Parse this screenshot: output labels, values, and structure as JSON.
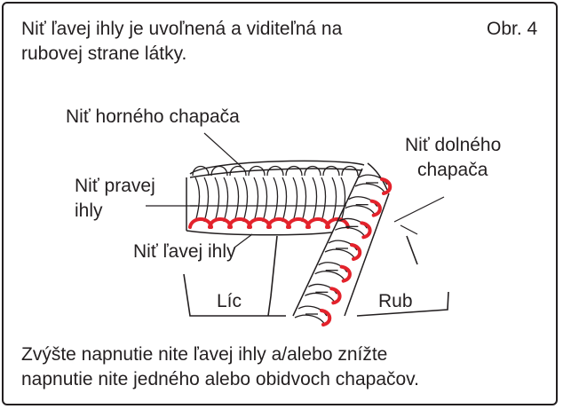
{
  "figure_label": "Obr. 4",
  "intro": {
    "line1": "Niť ľavej ihly je uvoľnená a viditeľná na",
    "line2": "rubovej strane látky."
  },
  "labels": {
    "upper_looper": "Niť horného chapača",
    "lower_looper_line1": "Niť dolného",
    "lower_looper_line2": "chapača",
    "right_needle_line1": "Niť pravej",
    "right_needle_line2": "ihly",
    "left_needle": "Niť ľavej ihly",
    "face": "Líc",
    "back": "Rub"
  },
  "footer": {
    "line1": "Zvýšte napnutie nite ľavej ihly a/alebo znížte",
    "line2": "napnutie nite jedného alebo obidvoch chapačov."
  },
  "colors": {
    "ink": "#231f20",
    "loose_thread": "#e3222b"
  }
}
